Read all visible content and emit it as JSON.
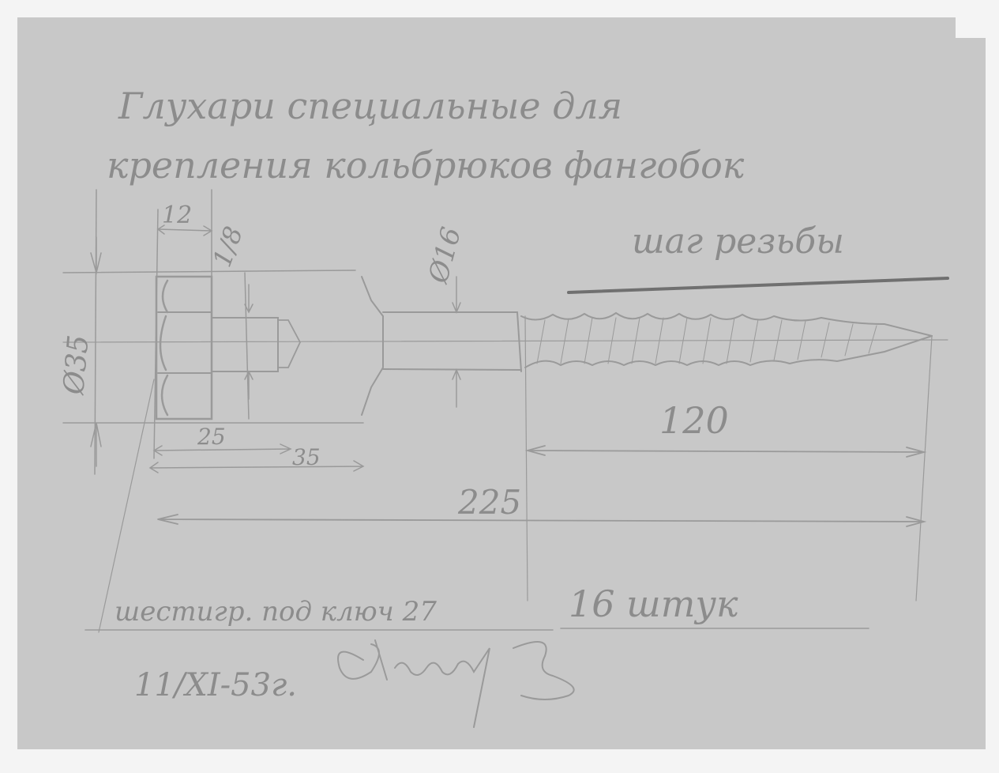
{
  "document": {
    "type": "handwritten pencil technical sketch",
    "language": "ru",
    "paper_color": "#c8c8c8",
    "pencil_color": "#8c8c8c",
    "title_line_1": "Глухари специальные для",
    "title_line_2": "крепления кольбрюков фангобок",
    "thread_note": "шаг резьбы",
    "material_note": "шестигр. под ключ 27",
    "quantity": "16 штук",
    "date": "11/XI-53г.",
    "signature": "signature-scribble"
  },
  "dimensions": {
    "head_diameter": "Ø35",
    "head_height": "12",
    "chamfer": "1/8",
    "shank_diameter": "Ø16",
    "head_section_length": "25",
    "head_plus_collar": "35",
    "thread_length": "120",
    "total_length": "225"
  }
}
